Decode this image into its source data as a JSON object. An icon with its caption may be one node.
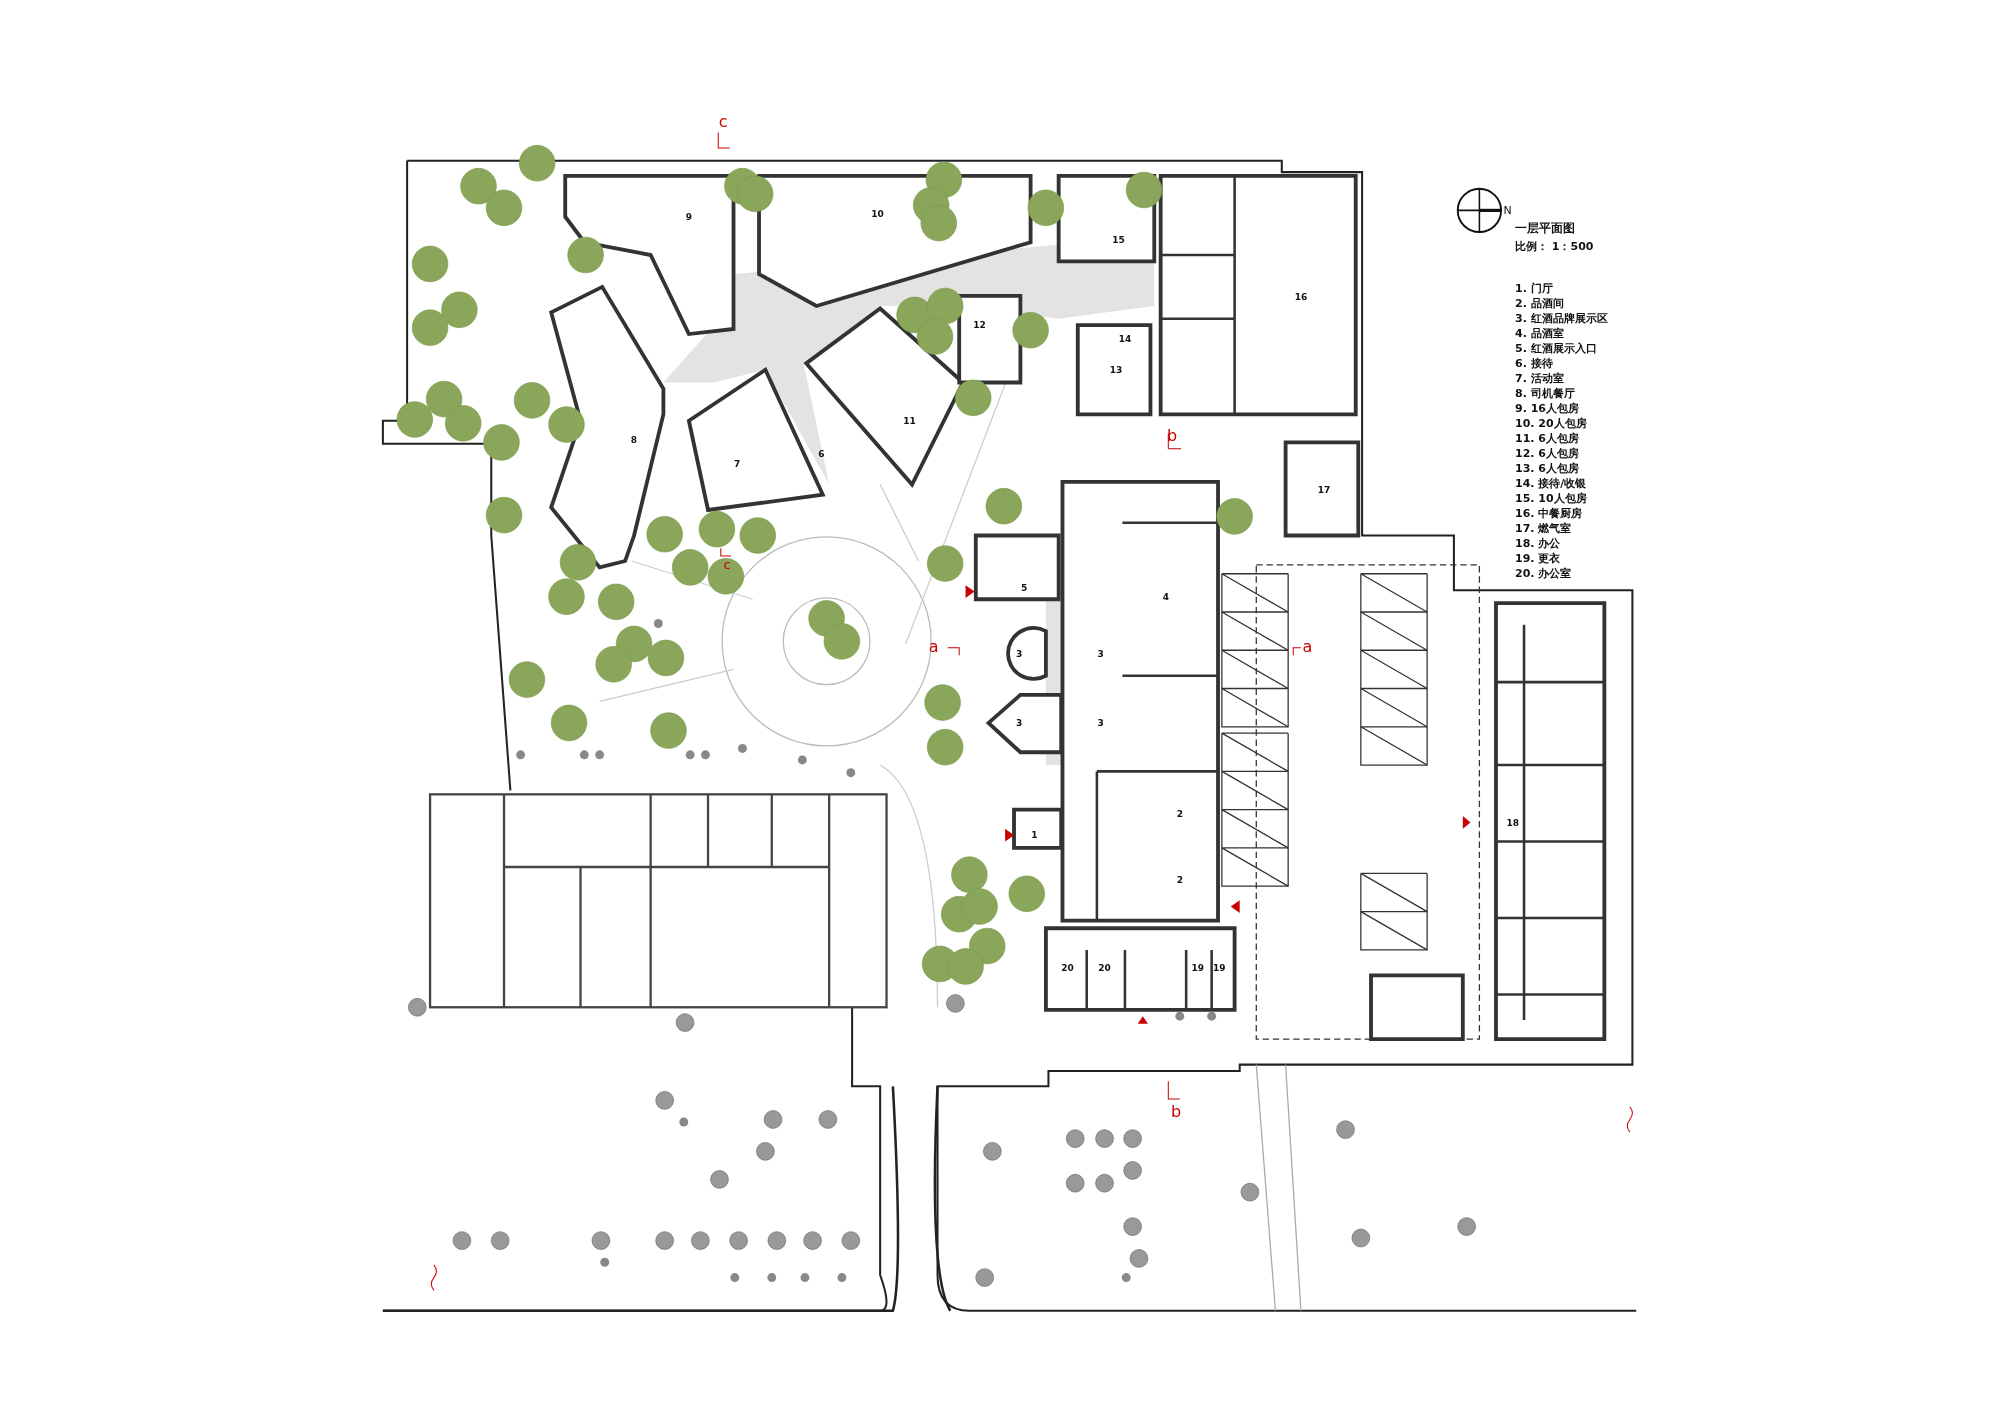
{
  "diagram": {
    "title": "一层平面图",
    "labels": [
      "N",
      "比例： 1：500",
      "1. 门厅",
      "2. 品酒间",
      "3. 红酒品牌展示区",
      "4. 品酒室",
      "5. 红酒展示入口",
      "6. 接待",
      "7. 活动室",
      "8. 司机餐厅",
      "9. 16人包房",
      "10. 20人包房",
      "11. 6人包房",
      "12. 6人包房",
      "13. 6人包房",
      "14. 接待/收银",
      "15. 10人包房",
      "16. 中餐厨房",
      "17. 燃气室",
      "18. 办公",
      "19. 更衣",
      "20. 办公室",
      "c",
      "10",
      "9",
      "15",
      "16",
      "12",
      "14",
      "13",
      "11",
      "b",
      "8",
      "6",
      "7",
      "17",
      "c",
      "5",
      "4",
      "a",
      "3",
      "3",
      "a",
      "3",
      "3",
      "1",
      "2",
      "18",
      "2",
      "20",
      "20",
      "19",
      "19",
      "b"
    ]
  }
}
